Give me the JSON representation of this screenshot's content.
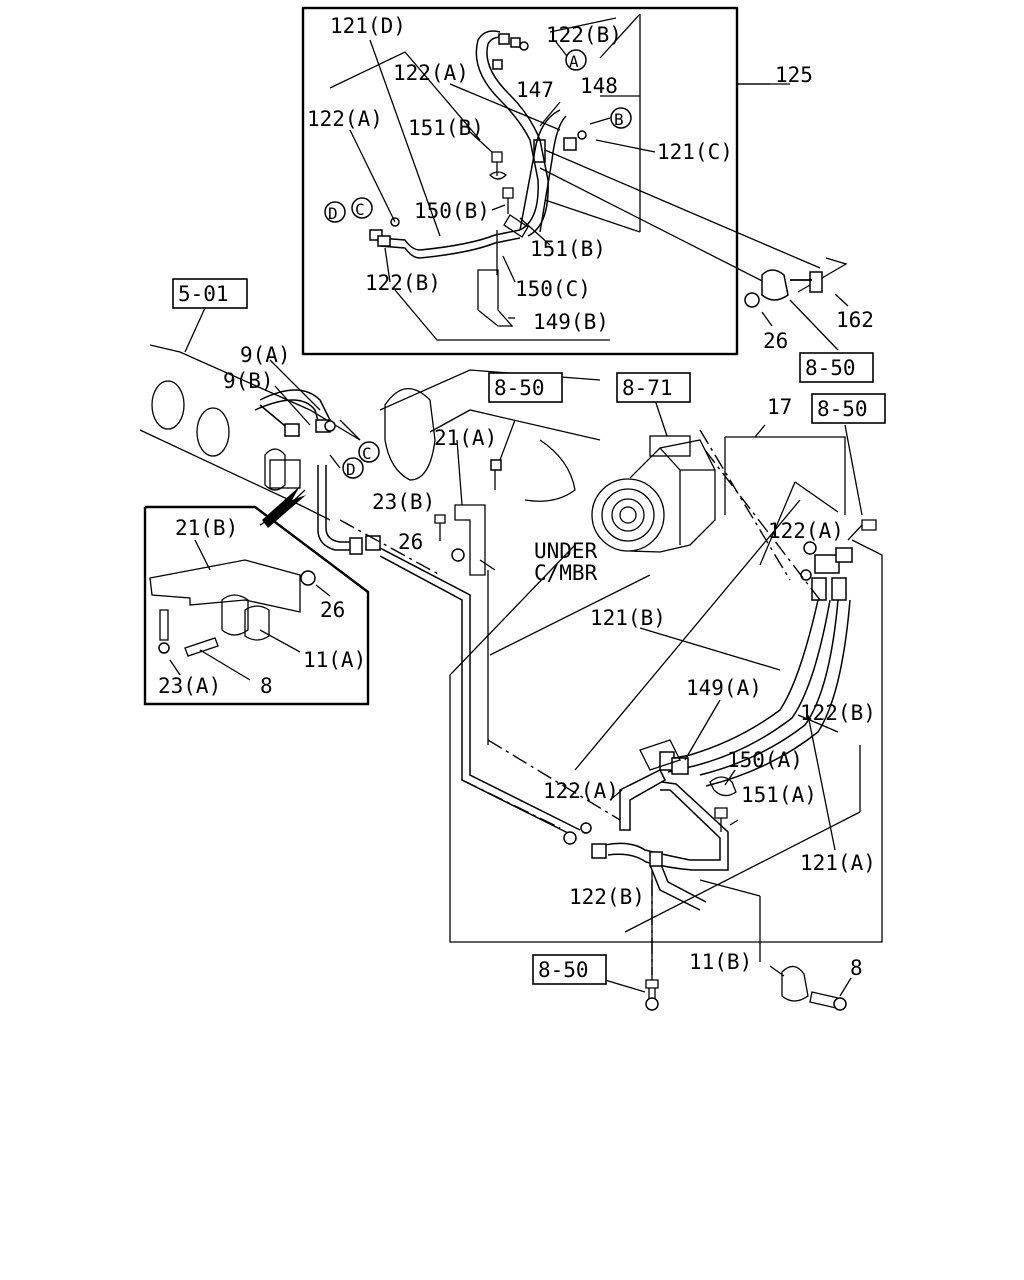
{
  "diagram": {
    "callouts": {
      "c121D": "121(D)",
      "c122B_top": "122(B)",
      "c122A_topL": "122(A)",
      "c122A_topM": "122(A)",
      "c147": "147",
      "c148": "148",
      "c151B_a": "151(B)",
      "c121C": "121(C)",
      "c150B": "150(B)",
      "c151B_b": "151(B)",
      "c122B_inset": "122(B)",
      "c150C": "150(C)",
      "c149B": "149(B)",
      "c125": "125",
      "c162": "162",
      "c26_top": "26",
      "c9A": "9(A)",
      "c9B": "9(B)",
      "c21A": "21(A)",
      "c23B": "23(B)",
      "c26_mid": "26",
      "c17": "17",
      "c122A_right": "122(A)",
      "c21B": "21(B)",
      "c26_left": "26",
      "c11A": "11(A)",
      "c23A": "23(A)",
      "c8_left": "8",
      "c121B": "121(B)",
      "c149A": "149(A)",
      "c122B_right": "122(B)",
      "c150A": "150(A)",
      "c151A": "151(A)",
      "c122A_low": "122(A)",
      "c121A": "121(A)",
      "c122B_low": "122(B)",
      "c11B": "11(B)",
      "c8_bottom": "8"
    },
    "ref_boxes": {
      "r501": "5-01",
      "r850_top": "8-50",
      "r850_mid": "8-50",
      "r871": "8-71",
      "r850_right": "8-50",
      "r850_bottom": "8-50"
    },
    "circle_marks": {
      "mA": "A",
      "mB": "B",
      "mC_inset": "C",
      "mD_inset": "D",
      "mC_main": "C",
      "mD_main": "D"
    },
    "note": {
      "line1": "UNDER",
      "line2": "C/MBR"
    }
  }
}
